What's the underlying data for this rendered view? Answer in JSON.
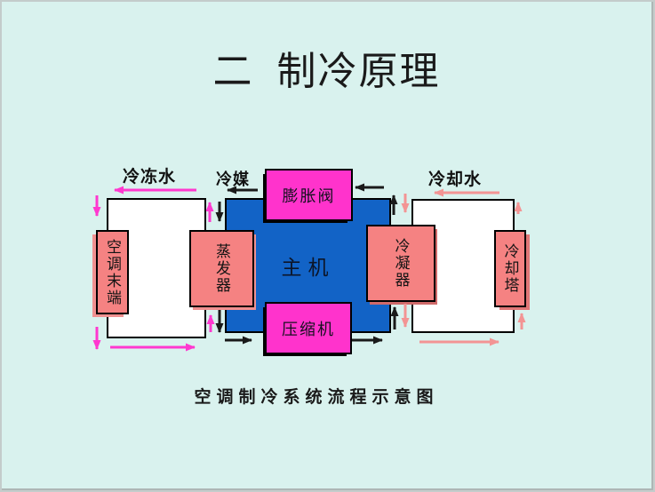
{
  "title": "二  制冷原理",
  "caption": "空调制冷系统流程示意图",
  "labels": {
    "chilled_water": "冷冻水",
    "refrigerant": "冷媒",
    "cooling_water": "冷却水"
  },
  "components": {
    "ac_terminal": "空调末端",
    "evaporator": "蒸发器",
    "main_unit": "主机",
    "expansion_valve": "膨胀阀",
    "compressor": "压缩机",
    "condenser": "冷凝器",
    "cooling_tower": "冷却塔"
  },
  "colors": {
    "slide_bg": "#d9f2ee",
    "frame": "#c4cccb",
    "blue_box": "#1263c6",
    "magenta_box": "#ff33cc",
    "salmon_box": "#f58282",
    "magenta_arrow": "#ff38cf",
    "salmon_arrow": "#f39494",
    "black_arrow": "#1a1a1a"
  }
}
